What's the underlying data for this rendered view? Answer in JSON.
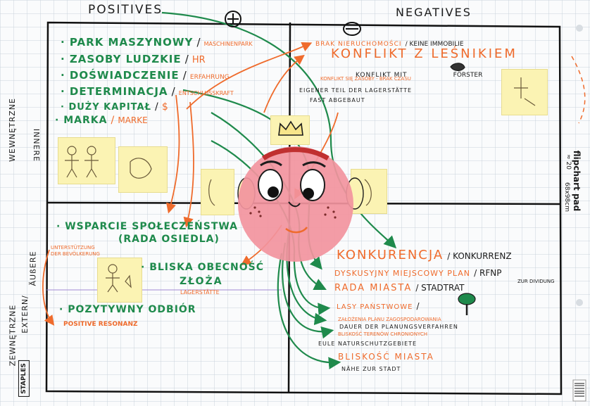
{
  "headers": {
    "positives": "POSITIVES",
    "negatives": "NEGATIVES",
    "internal": "WEWNĘTRZNE",
    "internal_de": "INNERE",
    "external": "ZEWNĘTRZNE",
    "external_en": "EXTERN/",
    "external_de": "ÄUßERE"
  },
  "strengths": [
    {
      "pl": "· PARK MASZYNOWY",
      "sep": "/",
      "de": "MASCHINENPARK"
    },
    {
      "pl": "· ZASOBY LUDZKIE",
      "sep": "/",
      "de": "HR"
    },
    {
      "pl": "· DOŚWIADCZENIE",
      "sep": "/",
      "de": "ERFAHRUNG"
    },
    {
      "pl": "· DETERMINACJA",
      "sep": "/",
      "de": "ENTSCHLUSSKRAFT"
    },
    {
      "pl": "· DUŻY KAPITAŁ",
      "sep": "/",
      "de": "$"
    },
    {
      "pl": "· MARKA",
      "sep": "/",
      "de": "MARKE"
    }
  ],
  "weaknesses": [
    {
      "text": "BRAK NIERUCHOMOŚCI",
      "extra": "/ KEINE IMMOBILIE"
    },
    {
      "text": "KONFLIKT Z LEŚNIKIEM",
      "extra": ""
    },
    {
      "text": "KONFLIKT MIT",
      "extra": "FÖRSTER"
    },
    {
      "text": "KONFLIKT SIĘ ZASOBY - BRAK CZASU",
      "extra": ""
    },
    {
      "text": "EIGENER TEIL DER LAGERSTÄTTE",
      "extra": ""
    },
    {
      "text": "FAST ABGEBAUT",
      "extra": ""
    }
  ],
  "opportunities": [
    {
      "pl": "· WSPARCIE SPOŁECZEŃSTWA",
      "de": "UNTERSTÜTZUNG"
    },
    {
      "pl": "(RADA OSIEDLA)",
      "de": "DER BEVÖLKERUNG"
    },
    {
      "pl": "· BLISKA OBECNOŚĆ",
      "de": ""
    },
    {
      "pl": "ZŁOŻA",
      "de": "LAGERSTÄTTE"
    },
    {
      "pl": "· POZYTYWNY ODBIÓR",
      "de": "POSITIVE RESONANZ"
    }
  ],
  "threats": [
    {
      "text": "KONKURENCJA",
      "extra": "/ KONKURRENZ",
      "style": "big"
    },
    {
      "text": "DYSKUSYJNY MIEJSCOWY PLAN",
      "extra": "/ RFNP",
      "style": "mid"
    },
    {
      "text": "RADA MIASTA",
      "extra": "/ STADTRAT",
      "style": "mid"
    },
    {
      "text": "LASY PAŃSTWOWE",
      "extra": "/",
      "style": "mid"
    },
    {
      "text": "ZAŁOŻENIA PLANU ZAGOSPODAROWANIA",
      "extra": "",
      "style": "small"
    },
    {
      "text": "DAUER DER PLANUNGSVERFAHREN",
      "extra": "",
      "style": "smallk"
    },
    {
      "text": "BLISKOŚĆ TERENÓW CHRONIONYCH",
      "extra": "",
      "style": "small"
    },
    {
      "text": "EULE NATURSCHUTZGEBIETE",
      "extra": "",
      "style": "smallk"
    },
    {
      "text": "BLISKOŚĆ MIASTA",
      "extra": "",
      "style": "mid"
    },
    {
      "text": "NÄHE ZUR STADT",
      "extra": "",
      "style": "smallk"
    }
  ],
  "misc": {
    "zur_dividung": "ZUR DIVIDUNG",
    "flipchart": "flipchart pad",
    "sheets": "≈ 20",
    "size": "68x98cm",
    "brand": "STAPLES",
    "crown_icon": "crown-icon",
    "face_icon": "cartoon-face-icon",
    "tree_icon": "mushroom-tree-icon"
  },
  "colors": {
    "green": "#1f8a4c",
    "orange": "#ef6b2c",
    "ink": "#1c1c1c",
    "face": "#f2949e",
    "sticky": "#fbf3b3"
  }
}
